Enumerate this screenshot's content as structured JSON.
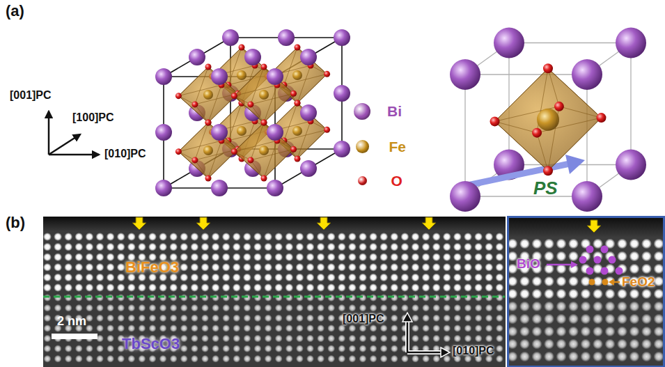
{
  "diagram": {
    "labels": [
      "(a)",
      "[001]PC",
      "[100]PC",
      "[010]PC",
      "PS",
      "(b)",
      "BiFeO3",
      "TbScO3",
      "2 nm",
      "[001]PC",
      "[010]PC",
      "BiO",
      "FeO2"
    ],
    "legend": [
      {
        "text": "Bi",
        "color": "#9b4fb3"
      },
      {
        "text": "Fe",
        "color": "#c8901a"
      },
      {
        "text": "O",
        "color": "#e02020"
      }
    ]
  }
}
